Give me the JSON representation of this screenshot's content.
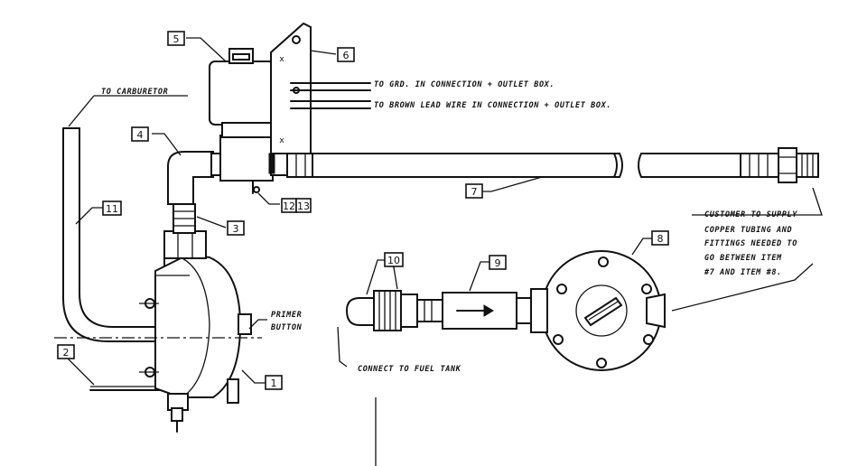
{
  "labels": {
    "to_carburetor": "TO CARBURETOR",
    "to_grd": "TO GRD. IN CONNECTION + OUTLET BOX.",
    "to_brown": "TO BROWN LEAD WIRE IN CONNECTION + OUTLET BOX.",
    "primer_1": "PRIMER",
    "primer_2": "BUTTON",
    "connect_fuel": "CONNECT TO FUEL TANK",
    "customer_1": "CUSTOMER TO SUPPLY",
    "customer_2": "COPPER TUBING AND",
    "customer_3": "FITTINGS NEEDED TO",
    "customer_4": "GO BETWEEN ITEM",
    "customer_5": "#7 AND ITEM #8."
  },
  "callouts": {
    "c1": "1",
    "c2": "2",
    "c3": "3",
    "c4": "4",
    "c5": "5",
    "c6": "6",
    "c7": "7",
    "c8": "8",
    "c9": "9",
    "c10": "10",
    "c11": "11",
    "c12": "12",
    "c13": "13"
  }
}
